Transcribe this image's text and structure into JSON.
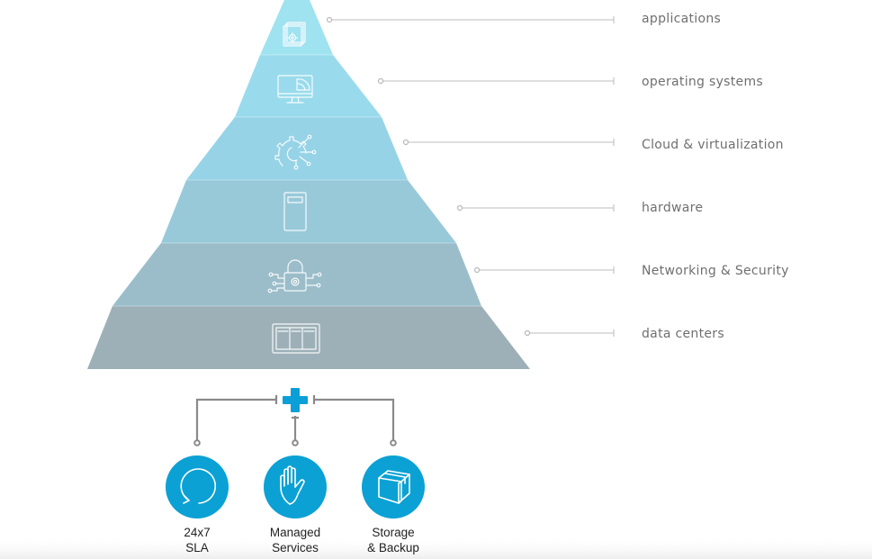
{
  "pyramid": {
    "layers": [
      {
        "label": "applications",
        "icon": "app-gear-icon",
        "color": "#9fe2f0"
      },
      {
        "label": "operating systems",
        "icon": "monitor-icon",
        "color": "#99dbec"
      },
      {
        "label": "Cloud & virtualization",
        "icon": "circuit-gear-icon",
        "color": "#97d3e6"
      },
      {
        "label": "hardware",
        "icon": "server-tower-icon",
        "color": "#98c9d9"
      },
      {
        "label": "Networking & Security",
        "icon": "lock-network-icon",
        "color": "#9bbdca"
      },
      {
        "label": "data centers",
        "icon": "server-rack-icon",
        "color": "#9db0b8"
      }
    ]
  },
  "plus": {
    "icon": "plus-icon",
    "color": "#0a9fd6"
  },
  "services": {
    "color": "#0ba1d4",
    "items": [
      {
        "line1": "24x7",
        "line2": "SLA",
        "icon": "refresh-circle-icon"
      },
      {
        "line1": "Managed",
        "line2": "Services",
        "icon": "hand-icon"
      },
      {
        "line1": "Storage",
        "line2": "& Backup",
        "icon": "box-icon"
      }
    ]
  }
}
